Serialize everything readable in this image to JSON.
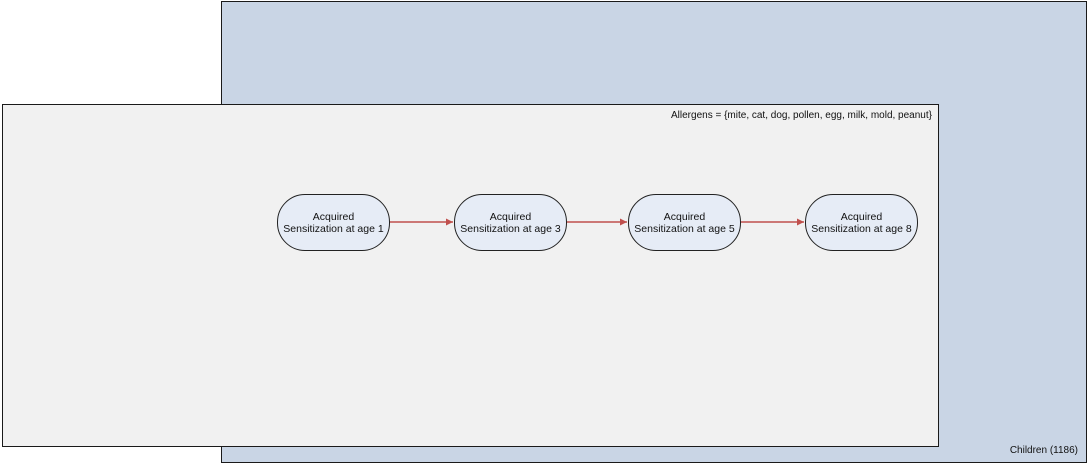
{
  "plates": {
    "outer": {
      "label": "Children (1186)"
    },
    "inner": {
      "label": "Allergens = {mite, cat, dog, pollen, egg, milk, mold, peanut}"
    }
  },
  "nodes": [
    {
      "line1": "Acquired",
      "line2": "Sensitization at age 1"
    },
    {
      "line1": "Acquired",
      "line2": "Sensitization at age 3"
    },
    {
      "line1": "Acquired",
      "line2": "Sensitization at age 5"
    },
    {
      "line1": "Acquired",
      "line2": "Sensitization at age 8"
    }
  ],
  "edges": [
    {
      "from": 0,
      "to": 1
    },
    {
      "from": 1,
      "to": 2
    },
    {
      "from": 2,
      "to": 3
    }
  ],
  "colors": {
    "outer_plate": "#c9d5e5",
    "inner_plate": "#f1f1f1",
    "node_fill": "#e6ecf6",
    "edge": "#c0504d"
  }
}
